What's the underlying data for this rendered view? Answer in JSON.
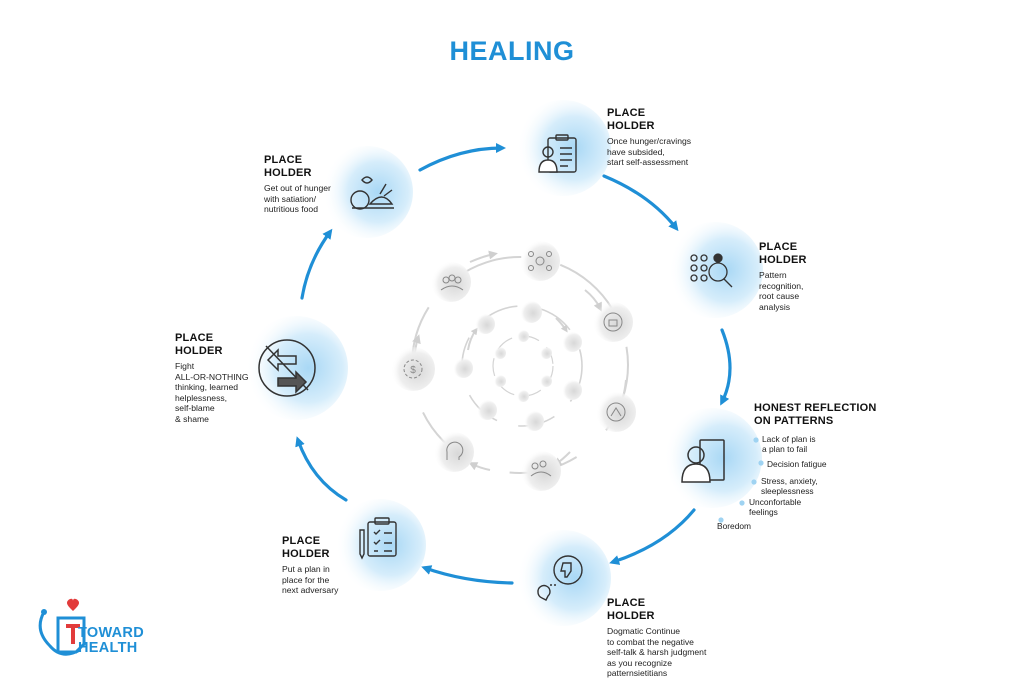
{
  "title": "HEALING",
  "nodes": [
    {
      "heading": "PLACE\nHOLDER",
      "desc": "Once hunger/cravings\nhave subsided,\nstart self-assessment",
      "icon": "clipboard-person-icon"
    },
    {
      "heading": "PLACE\nHOLDER",
      "desc": "Pattern\nrecognition,\nroot cause\nanalysis",
      "icon": "pattern-magnifier-icon"
    },
    {
      "heading": "HONEST REFLECTION\nON PATTERNS",
      "bullets": [
        "Lack of plan is\na plan to fail",
        "Decision fatigue",
        "Stress, anxiety,\nsleeplessness",
        "Unconfortable\nfeelings",
        "Boredom"
      ],
      "icon": "mirror-person-icon"
    },
    {
      "heading": "PLACE\nHOLDER",
      "desc": "Dogmatic Continue\nto combat the negative\nself-talk & harsh judgment\nas you recognize\npatternsietitians",
      "icon": "thumbs-down-chat-icon"
    },
    {
      "heading": "PLACE\nHOLDER",
      "desc": "Put a plan in\nplace for the\nnext adversary",
      "icon": "checklist-icon"
    },
    {
      "heading": "PLACE\nHOLDER",
      "desc": "Fight\nALL-OR-NOTHING\nthinking, learned\nhelplessness,\nself-blame\n& shame",
      "icon": "no-either-or-arrows-icon"
    },
    {
      "heading": "PLACE\nHOLDER",
      "desc": "Get out of hunger\nwith satiation/\nnutritious food",
      "icon": "food-bowl-icon"
    }
  ],
  "logo": {
    "text": "TOWARD\nHEALTH",
    "letter": "T"
  },
  "colors": {
    "accent": "#1f8fd6",
    "bubble": "#cde8f8",
    "logo_red": "#e23b3b"
  }
}
